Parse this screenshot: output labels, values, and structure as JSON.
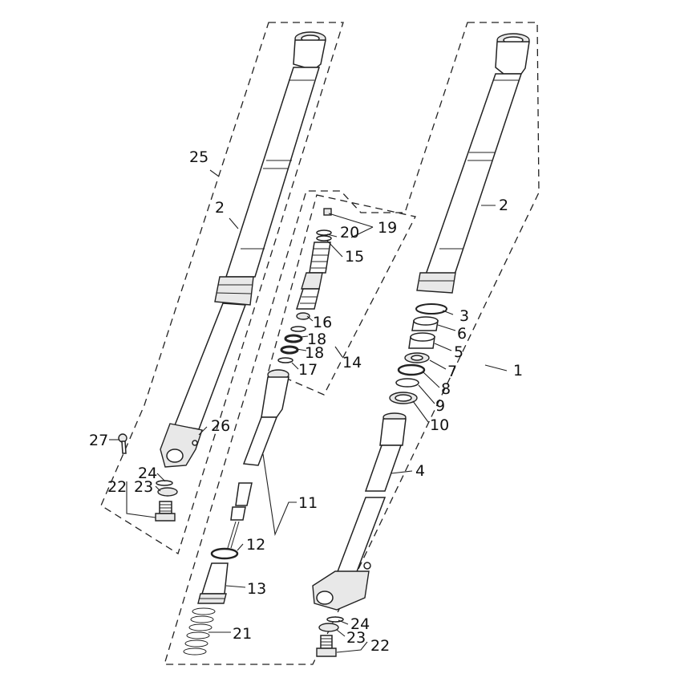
{
  "labels": {
    "l1": "1",
    "l2a": "2",
    "l2b": "2",
    "l3": "3",
    "l4": "4",
    "l5": "5",
    "l6": "6",
    "l7": "7",
    "l8": "8",
    "l9": "9",
    "l10": "10",
    "l11": "11",
    "l12": "12",
    "l13": "13",
    "l14": "14",
    "l15": "15",
    "l16": "16",
    "l17": "17",
    "l18a": "18",
    "l18b": "18",
    "l19": "19",
    "l20": "20",
    "l21": "21",
    "l22a": "22",
    "l22b": "22",
    "l23a": "23",
    "l23b": "23",
    "l24a": "24",
    "l24b": "24",
    "l25": "25",
    "l26": "26",
    "l27": "27"
  }
}
